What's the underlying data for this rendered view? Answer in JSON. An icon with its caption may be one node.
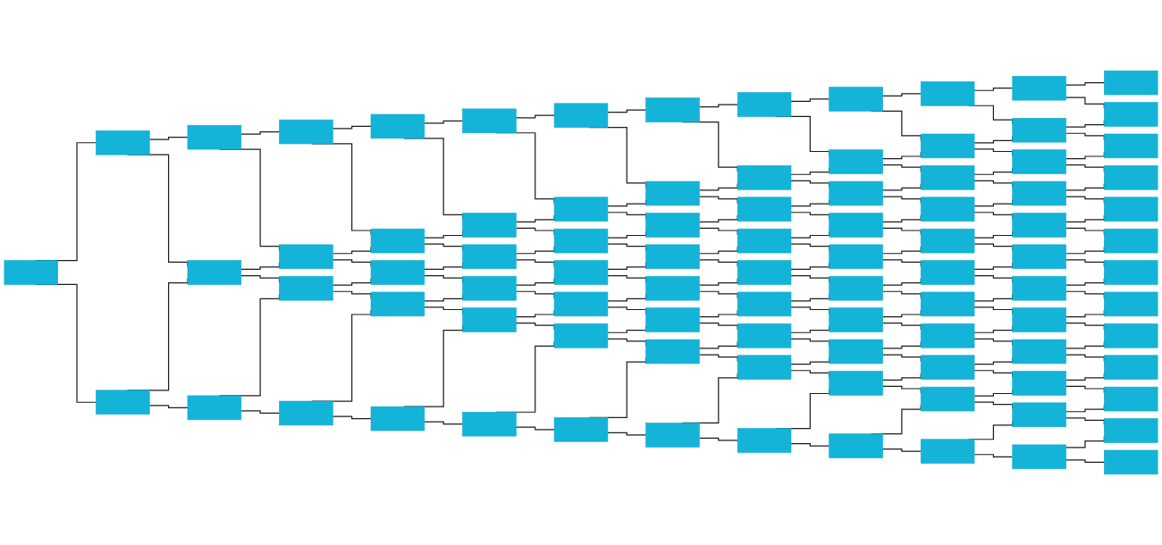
{
  "diagram": {
    "nodes": [
      {
        "text": [],
        "shape": "box"
      },
      {
        "text": [],
        "shape": "box"
      },
      {
        "text": [],
        "shape": "box"
      },
      {
        "text": [],
        "shape": "box"
      },
      {
        "text": [],
        "shape": "box"
      },
      {
        "text": [],
        "shape": "box"
      },
      {
        "text": [],
        "shape": "box"
      },
      {
        "text": [],
        "shape": "box"
      },
      {
        "text": [],
        "shape": "box"
      },
      {
        "text": [],
        "shape": "box"
      },
      {
        "text": [],
        "shape": "box"
      },
      {
        "text": [],
        "shape": "box"
      },
      {
        "text": [],
        "shape": "box"
      },
      {
        "text": [],
        "shape": "box"
      },
      {
        "text": [],
        "shape": "box"
      },
      {
        "text": [],
        "shape": "box"
      },
      {
        "text": [],
        "shape": "box"
      },
      {
        "text": [],
        "shape": "box"
      },
      {
        "text": [],
        "shape": "box"
      },
      {
        "text": [],
        "shape": "box"
      },
      {
        "text": [],
        "shape": "box"
      },
      {
        "text": [],
        "shape": "box"
      },
      {
        "text": [],
        "shape": "box"
      },
      {
        "text": [],
        "shape": "box"
      },
      {
        "text": [],
        "shape": "box"
      },
      {
        "text": [],
        "shape": "box"
      },
      {
        "text": [],
        "shape": "box"
      },
      {
        "text": [],
        "shape": "box"
      },
      {
        "text": [],
        "shape": "box"
      },
      {
        "text": [],
        "shape": "box"
      },
      {
        "text": [],
        "shape": "box"
      },
      {
        "text": [],
        "shape": "box"
      },
      {
        "text": [],
        "shape": "box"
      },
      {
        "text": [],
        "shape": "box"
      },
      {
        "text": [],
        "shape": "box"
      },
      {
        "text": [],
        "shape": "box"
      },
      {
        "text": [],
        "shape": "box"
      },
      {
        "text": [],
        "shape": "box"
      },
      {
        "text": [],
        "shape": "box"
      },
      {
        "text": [],
        "shape": "box"
      },
      {
        "text": [],
        "shape": "box"
      },
      {
        "text": [],
        "shape": "box"
      },
      {
        "text": [],
        "shape": "box"
      },
      {
        "text": [],
        "shape": "box"
      },
      {
        "text": [],
        "shape": "box"
      },
      {
        "text": [],
        "shape": "box"
      },
      {
        "text": [],
        "shape": "box"
      },
      {
        "text": [],
        "shape": "box"
      },
      {
        "text": [],
        "shape": "box"
      },
      {
        "text": [],
        "shape": "box"
      },
      {
        "text": [],
        "shape": "box"
      },
      {
        "text": [],
        "shape": "box"
      },
      {
        "text": [],
        "shape": "box"
      },
      {
        "text": [],
        "shape": "box"
      },
      {
        "text": [],
        "shape": "box"
      },
      {
        "text": [],
        "shape": "box"
      },
      {
        "text": [],
        "shape": "box"
      },
      {
        "text": [],
        "shape": "box"
      },
      {
        "text": [],
        "shape": "box"
      },
      {
        "text": [],
        "shape": "box"
      },
      {
        "text": [],
        "shape": "box"
      },
      {
        "text": [],
        "shape": "box"
      },
      {
        "text": [],
        "shape": "box"
      },
      {
        "text": [],
        "shape": "box"
      },
      {
        "text": [],
        "shape": "box"
      },
      {
        "text": [],
        "shape": "box"
      },
      {
        "text": [],
        "shape": "box"
      },
      {
        "text": [],
        "shape": "box"
      },
      {
        "text": [],
        "shape": "box"
      },
      {
        "text": [],
        "shape": "box"
      },
      {
        "text": [],
        "shape": "box"
      },
      {
        "text": [],
        "shape": "box"
      },
      {
        "text": [],
        "shape": "box"
      },
      {
        "text": [],
        "shape": "box"
      },
      {
        "text": [],
        "shape": "box"
      },
      {
        "text": [],
        "shape": "box"
      },
      {
        "text": [],
        "shape": "box"
      },
      {
        "text": [],
        "shape": "box"
      },
      {
        "text": [],
        "shape": "box"
      },
      {
        "text": [],
        "shape": "box"
      },
      {
        "text": [],
        "shape": "box"
      },
      {
        "text": [],
        "shape": "box"
      },
      {
        "text": [],
        "shape": "box"
      },
      {
        "text": [],
        "shape": "box"
      },
      {
        "text": [],
        "shape": "box"
      },
      {
        "text": [],
        "shape": "box"
      },
      {
        "text": [],
        "shape": "box"
      },
      {
        "text": [],
        "shape": "box"
      },
      {
        "text": [],
        "shape": "box"
      },
      {
        "text": [],
        "shape": "box"
      },
      {
        "text": [],
        "shape": "box"
      }
    ],
    "edges": [
      {
        "from": 0,
        "to": 1,
        "arrow": "none"
      },
      {
        "from": 0,
        "to": 2,
        "arrow": "none"
      },
      {
        "from": 1,
        "to": 3,
        "arrow": "none"
      },
      {
        "from": 1,
        "to": 4,
        "arrow": "none"
      },
      {
        "from": 2,
        "to": 4,
        "arrow": "none"
      },
      {
        "from": 2,
        "to": 5,
        "arrow": "none"
      },
      {
        "from": 3,
        "to": 6,
        "arrow": "none"
      },
      {
        "from": 3,
        "to": 7,
        "arrow": "none"
      },
      {
        "from": 4,
        "to": 7,
        "arrow": "none"
      },
      {
        "from": 4,
        "to": 8,
        "arrow": "none"
      },
      {
        "from": 5,
        "to": 8,
        "arrow": "none"
      },
      {
        "from": 5,
        "to": 9,
        "arrow": "none"
      },
      {
        "from": 6,
        "to": 10,
        "arrow": "none"
      },
      {
        "from": 6,
        "to": 11,
        "arrow": "none"
      },
      {
        "from": 7,
        "to": 11,
        "arrow": "none"
      },
      {
        "from": 7,
        "to": 12,
        "arrow": "none"
      },
      {
        "from": 8,
        "to": 12,
        "arrow": "none"
      },
      {
        "from": 8,
        "to": 13,
        "arrow": "none"
      },
      {
        "from": 9,
        "to": 13,
        "arrow": "none"
      },
      {
        "from": 9,
        "to": 14,
        "arrow": "none"
      },
      {
        "from": 10,
        "to": 15,
        "arrow": "none"
      },
      {
        "from": 10,
        "to": 16,
        "arrow": "none"
      },
      {
        "from": 11,
        "to": 16,
        "arrow": "none"
      },
      {
        "from": 11,
        "to": 17,
        "arrow": "none"
      },
      {
        "from": 12,
        "to": 17,
        "arrow": "none"
      },
      {
        "from": 12,
        "to": 18,
        "arrow": "none"
      },
      {
        "from": 13,
        "to": 18,
        "arrow": "none"
      },
      {
        "from": 13,
        "to": 19,
        "arrow": "none"
      },
      {
        "from": 14,
        "to": 19,
        "arrow": "none"
      },
      {
        "from": 14,
        "to": 20,
        "arrow": "none"
      },
      {
        "from": 15,
        "to": 21,
        "arrow": "none"
      },
      {
        "from": 15,
        "to": 22,
        "arrow": "none"
      },
      {
        "from": 16,
        "to": 22,
        "arrow": "none"
      },
      {
        "from": 16,
        "to": 23,
        "arrow": "none"
      },
      {
        "from": 17,
        "to": 23,
        "arrow": "none"
      },
      {
        "from": 17,
        "to": 24,
        "arrow": "none"
      },
      {
        "from": 18,
        "to": 24,
        "arrow": "none"
      },
      {
        "from": 18,
        "to": 25,
        "arrow": "none"
      },
      {
        "from": 19,
        "to": 25,
        "arrow": "none"
      },
      {
        "from": 19,
        "to": 26,
        "arrow": "none"
      },
      {
        "from": 20,
        "to": 26,
        "arrow": "none"
      },
      {
        "from": 20,
        "to": 27,
        "arrow": "none"
      },
      {
        "from": 21,
        "to": 28,
        "arrow": "none"
      },
      {
        "from": 21,
        "to": 29,
        "arrow": "none"
      },
      {
        "from": 22,
        "to": 29,
        "arrow": "none"
      },
      {
        "from": 22,
        "to": 30,
        "arrow": "none"
      },
      {
        "from": 23,
        "to": 30,
        "arrow": "none"
      },
      {
        "from": 23,
        "to": 31,
        "arrow": "none"
      },
      {
        "from": 24,
        "to": 31,
        "arrow": "none"
      },
      {
        "from": 24,
        "to": 32,
        "arrow": "none"
      },
      {
        "from": 25,
        "to": 32,
        "arrow": "none"
      },
      {
        "from": 25,
        "to": 33,
        "arrow": "none"
      },
      {
        "from": 26,
        "to": 33,
        "arrow": "none"
      },
      {
        "from": 26,
        "to": 34,
        "arrow": "none"
      },
      {
        "from": 27,
        "to": 34,
        "arrow": "none"
      },
      {
        "from": 27,
        "to": 35,
        "arrow": "none"
      },
      {
        "from": 28,
        "to": 36,
        "arrow": "none"
      },
      {
        "from": 28,
        "to": 37,
        "arrow": "none"
      },
      {
        "from": 29,
        "to": 37,
        "arrow": "none"
      },
      {
        "from": 29,
        "to": 38,
        "arrow": "none"
      },
      {
        "from": 30,
        "to": 38,
        "arrow": "none"
      },
      {
        "from": 30,
        "to": 39,
        "arrow": "none"
      },
      {
        "from": 31,
        "to": 39,
        "arrow": "none"
      },
      {
        "from": 31,
        "to": 40,
        "arrow": "none"
      },
      {
        "from": 32,
        "to": 40,
        "arrow": "none"
      },
      {
        "from": 32,
        "to": 41,
        "arrow": "none"
      },
      {
        "from": 33,
        "to": 41,
        "arrow": "none"
      },
      {
        "from": 33,
        "to": 42,
        "arrow": "none"
      },
      {
        "from": 34,
        "to": 42,
        "arrow": "none"
      },
      {
        "from": 34,
        "to": 43,
        "arrow": "none"
      },
      {
        "from": 35,
        "to": 43,
        "arrow": "none"
      },
      {
        "from": 35,
        "to": 44,
        "arrow": "none"
      },
      {
        "from": 36,
        "to": 45,
        "arrow": "none"
      },
      {
        "from": 36,
        "to": 46,
        "arrow": "none"
      },
      {
        "from": 37,
        "to": 46,
        "arrow": "none"
      },
      {
        "from": 37,
        "to": 47,
        "arrow": "none"
      },
      {
        "from": 38,
        "to": 47,
        "arrow": "none"
      },
      {
        "from": 38,
        "to": 48,
        "arrow": "none"
      },
      {
        "from": 39,
        "to": 48,
        "arrow": "none"
      },
      {
        "from": 39,
        "to": 49,
        "arrow": "none"
      },
      {
        "from": 40,
        "to": 49,
        "arrow": "none"
      },
      {
        "from": 40,
        "to": 50,
        "arrow": "none"
      },
      {
        "from": 41,
        "to": 50,
        "arrow": "none"
      },
      {
        "from": 41,
        "to": 51,
        "arrow": "none"
      },
      {
        "from": 42,
        "to": 51,
        "arrow": "none"
      },
      {
        "from": 42,
        "to": 52,
        "arrow": "none"
      },
      {
        "from": 43,
        "to": 52,
        "arrow": "none"
      },
      {
        "from": 43,
        "to": 53,
        "arrow": "none"
      },
      {
        "from": 44,
        "to": 53,
        "arrow": "none"
      },
      {
        "from": 44,
        "to": 54,
        "arrow": "none"
      },
      {
        "from": 45,
        "to": 55,
        "arrow": "none"
      },
      {
        "from": 45,
        "to": 56,
        "arrow": "none"
      },
      {
        "from": 46,
        "to": 56,
        "arrow": "none"
      },
      {
        "from": 46,
        "to": 57,
        "arrow": "none"
      },
      {
        "from": 47,
        "to": 57,
        "arrow": "none"
      },
      {
        "from": 47,
        "to": 58,
        "arrow": "none"
      },
      {
        "from": 48,
        "to": 58,
        "arrow": "none"
      },
      {
        "from": 48,
        "to": 59,
        "arrow": "none"
      },
      {
        "from": 49,
        "to": 59,
        "arrow": "none"
      },
      {
        "from": 49,
        "to": 60,
        "arrow": "none"
      },
      {
        "from": 50,
        "to": 60,
        "arrow": "none"
      },
      {
        "from": 50,
        "to": 61,
        "arrow": "none"
      },
      {
        "from": 51,
        "to": 61,
        "arrow": "none"
      },
      {
        "from": 51,
        "to": 62,
        "arrow": "none"
      },
      {
        "from": 52,
        "to": 62,
        "arrow": "none"
      },
      {
        "from": 52,
        "to": 63,
        "arrow": "none"
      },
      {
        "from": 53,
        "to": 63,
        "arrow": "none"
      },
      {
        "from": 53,
        "to": 64,
        "arrow": "none"
      },
      {
        "from": 54,
        "to": 64,
        "arrow": "none"
      },
      {
        "from": 54,
        "to": 65,
        "arrow": "none"
      },
      {
        "from": 55,
        "to": 66,
        "arrow": "none"
      },
      {
        "from": 55,
        "to": 67,
        "arrow": "none"
      },
      {
        "from": 56,
        "to": 67,
        "arrow": "none"
      },
      {
        "from": 56,
        "to": 68,
        "arrow": "none"
      },
      {
        "from": 57,
        "to": 68,
        "arrow": "none"
      },
      {
        "from": 57,
        "to": 69,
        "arrow": "none"
      },
      {
        "from": 58,
        "to": 69,
        "arrow": "none"
      },
      {
        "from": 58,
        "to": 70,
        "arrow": "none"
      },
      {
        "from": 59,
        "to": 70,
        "arrow": "none"
      },
      {
        "from": 59,
        "to": 71,
        "arrow": "none"
      },
      {
        "from": 60,
        "to": 71,
        "arrow": "none"
      },
      {
        "from": 60,
        "to": 72,
        "arrow": "none"
      },
      {
        "from": 61,
        "to": 72,
        "arrow": "none"
      },
      {
        "from": 61,
        "to": 73,
        "arrow": "none"
      },
      {
        "from": 62,
        "to": 73,
        "arrow": "none"
      },
      {
        "from": 62,
        "to": 74,
        "arrow": "none"
      },
      {
        "from": 63,
        "to": 74,
        "arrow": "none"
      },
      {
        "from": 63,
        "to": 75,
        "arrow": "none"
      },
      {
        "from": 64,
        "to": 75,
        "arrow": "none"
      },
      {
        "from": 64,
        "to": 76,
        "arrow": "none"
      },
      {
        "from": 65,
        "to": 76,
        "arrow": "none"
      },
      {
        "from": 65,
        "to": 77,
        "arrow": "none"
      },
      {
        "from": 66,
        "to": 78,
        "arrow": "none"
      },
      {
        "from": 66,
        "to": 79,
        "arrow": "none"
      },
      {
        "from": 67,
        "to": 79,
        "arrow": "none"
      },
      {
        "from": 67,
        "to": 80,
        "arrow": "none"
      },
      {
        "from": 68,
        "to": 80,
        "arrow": "none"
      },
      {
        "from": 68,
        "to": 81,
        "arrow": "none"
      },
      {
        "from": 69,
        "to": 81,
        "arrow": "none"
      },
      {
        "from": 69,
        "to": 82,
        "arrow": "none"
      },
      {
        "from": 70,
        "to": 82,
        "arrow": "none"
      },
      {
        "from": 70,
        "to": 83,
        "arrow": "none"
      },
      {
        "from": 71,
        "to": 83,
        "arrow": "none"
      },
      {
        "from": 71,
        "to": 84,
        "arrow": "none"
      },
      {
        "from": 72,
        "to": 84,
        "arrow": "none"
      },
      {
        "from": 72,
        "to": 85,
        "arrow": "none"
      },
      {
        "from": 73,
        "to": 85,
        "arrow": "none"
      },
      {
        "from": 73,
        "to": 86,
        "arrow": "none"
      },
      {
        "from": 74,
        "to": 86,
        "arrow": "none"
      },
      {
        "from": 74,
        "to": 87,
        "arrow": "none"
      },
      {
        "from": 75,
        "to": 87,
        "arrow": "none"
      },
      {
        "from": 75,
        "to": 88,
        "arrow": "none"
      },
      {
        "from": 76,
        "to": 88,
        "arrow": "none"
      },
      {
        "from": 76,
        "to": 89,
        "arrow": "none"
      },
      {
        "from": 77,
        "to": 89,
        "arrow": "none"
      },
      {
        "from": 77,
        "to": 90,
        "arrow": "none"
      }
    ]
  }
}
